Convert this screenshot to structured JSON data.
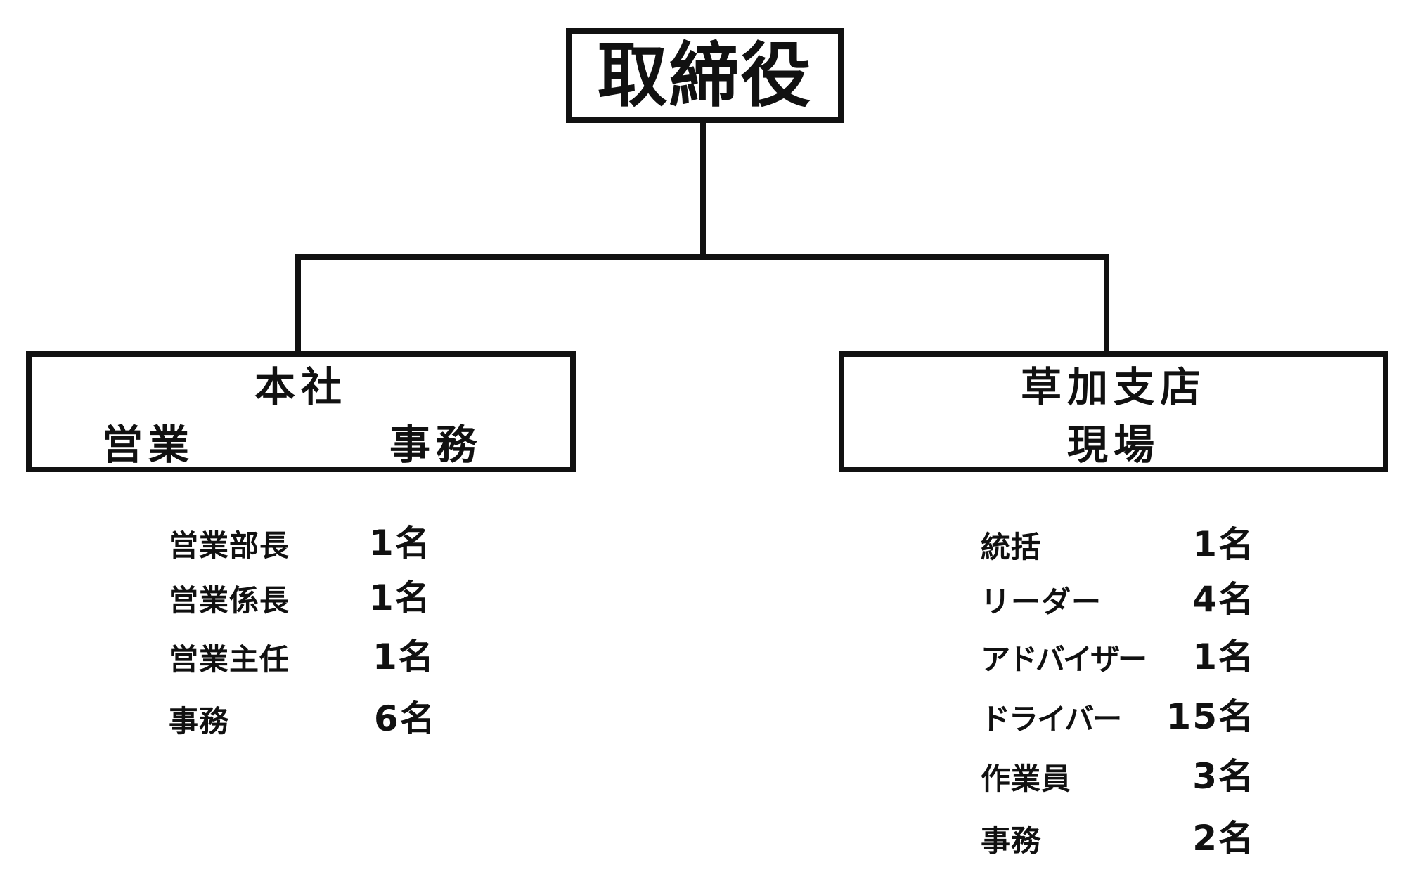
{
  "top": {
    "title": "取締役"
  },
  "left_branch": {
    "name": "本社",
    "sub_left": "営業",
    "sub_right": "事務",
    "roster": [
      {
        "role": "営業部長",
        "count": "1名"
      },
      {
        "role": "営業係長",
        "count": "1名"
      },
      {
        "role": "営業主任",
        "count": "1名"
      },
      {
        "role": "事務",
        "count": "6名"
      }
    ]
  },
  "right_branch": {
    "name": "草加支店",
    "sub": "現場",
    "roster": [
      {
        "role": "統括",
        "count": "1名"
      },
      {
        "role": "リーダー",
        "count": "4名"
      },
      {
        "role": "アドバイザー",
        "count": "1名"
      },
      {
        "role": "ドライバー",
        "count": "15名"
      },
      {
        "role": "作業員",
        "count": "3名"
      },
      {
        "role": "事務",
        "count": "2名"
      }
    ]
  },
  "colors": {
    "line": "#111111",
    "background": "#ffffff"
  }
}
